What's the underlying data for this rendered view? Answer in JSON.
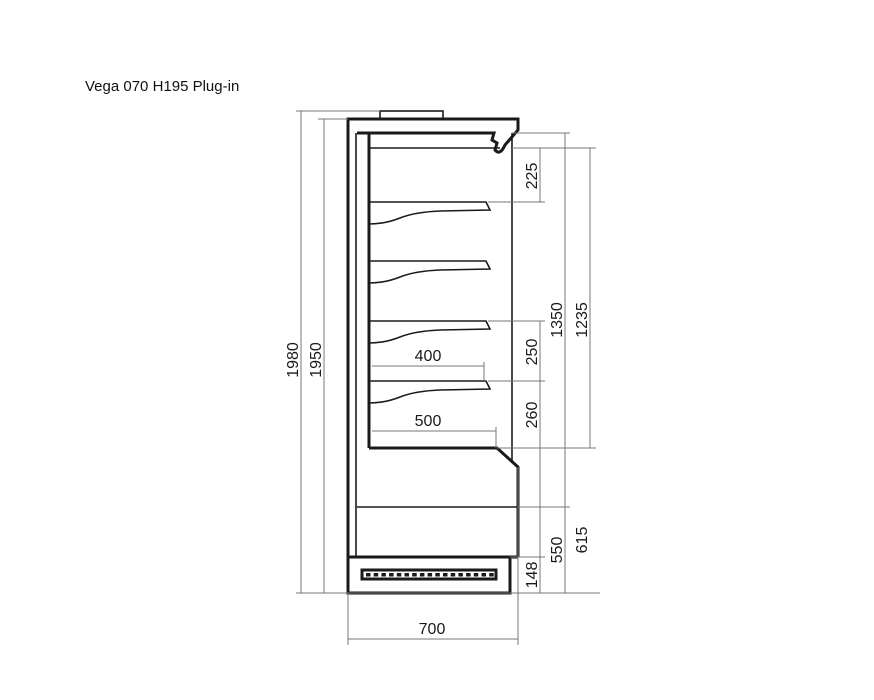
{
  "title": "Vega 070 H195 Plug-in",
  "dimensions": {
    "total_height_with_unit": "1980",
    "cabinet_height": "1950",
    "top_shelf_gap": "225",
    "display_height": "1350",
    "shelf_area_height": "1235",
    "shelf_gap": "250",
    "bottom_shelf_gap": "260",
    "shelf_depth": "400",
    "base_depth": "500",
    "base_height": "550",
    "deck_height": "615",
    "plinth_height": "148",
    "width": "700"
  }
}
